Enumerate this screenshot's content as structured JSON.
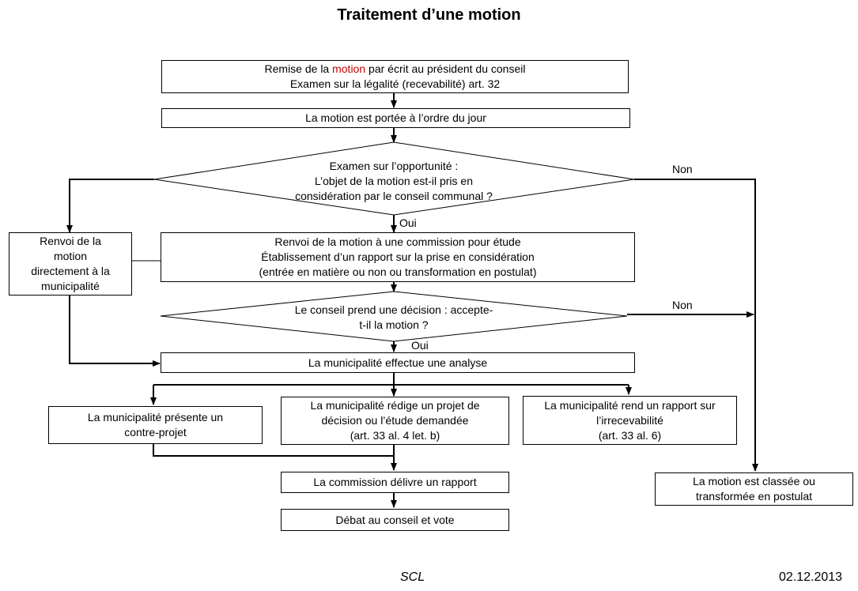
{
  "title": "Traitement d’une motion",
  "boxes": {
    "remise": {
      "line1_pre": "Remise de la ",
      "line1_highlight": "motion",
      "line1_post": " par écrit au président du conseil",
      "line2": "Examen sur la légalité (recevabilité) art. 32"
    },
    "ordre": "La motion est portée à l’ordre du jour",
    "renvoi_commission": [
      "Renvoi de la motion à une commission pour étude",
      "Établissement d’un rapport sur la prise en considération",
      "(entrée en matière ou non ou transformation en postulat)"
    ],
    "renvoi_municipalite": [
      "Renvoi de la",
      "motion",
      "directement à la",
      "municipalité"
    ],
    "analyse": "La municipalité effectue une analyse",
    "contre_projet": [
      "La municipalité présente un",
      "contre-projet"
    ],
    "projet": [
      "La municipalité rédige un projet de",
      "décision ou l’étude demandée",
      "(art. 33 al. 4 let. b)"
    ],
    "irrecevabilite": [
      "La municipalité rend un rapport sur",
      "l’irrecevabilité",
      "(art. 33 al. 6)"
    ],
    "commission_rapport": "La commission délivre un rapport",
    "debat": "Débat au conseil et vote",
    "classee": [
      "La motion est classée ou",
      "transformée en postulat"
    ]
  },
  "decisions": {
    "opportunite": [
      "Examen sur l’opportunité :",
      "L’objet de la motion est-il pris en",
      "considération par le conseil communal ?"
    ],
    "decision": [
      "Le conseil prend une décision : accepte-",
      "t-il la motion ?"
    ]
  },
  "labels": {
    "non": "Non",
    "oui": "Oui"
  },
  "footer": {
    "left": "SCL",
    "right": "02.12.2013"
  },
  "colors": {
    "highlight": "#c00000",
    "line": "#000000"
  }
}
